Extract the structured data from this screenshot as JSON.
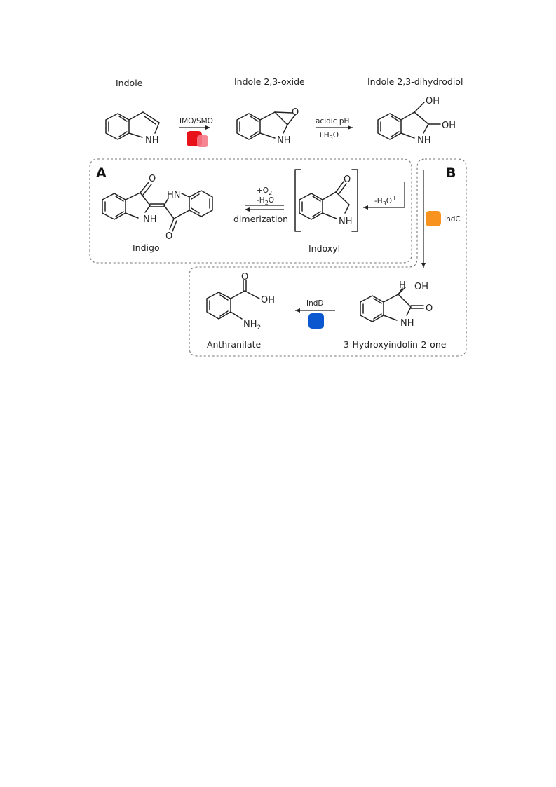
{
  "compounds": {
    "indole": "Indole",
    "indole_oxide": "Indole 2,3-oxide",
    "dihydrodiol": "Indole 2,3-dihydrodiol",
    "indigo": "Indigo",
    "indoxyl": "Indoxyl",
    "hydroxyindolinone": "3-Hydroxyindolin-2-one",
    "anthranilate": "Anthranilate"
  },
  "atoms": {
    "nh": "NH",
    "hn": "HN",
    "o": "O",
    "oh": "OH",
    "h": "H",
    "nh2_base": "NH",
    "nh2_sub": "2"
  },
  "steps": {
    "imo_smo": "IMO/SMO",
    "acidic_ph": "acidic pH",
    "h3o_plus_1": "+H",
    "h3o_plus_2": "O",
    "h3o_minus_1": "-H",
    "h3o_minus_2": "O",
    "o2_1": "+O",
    "h2o_1": "-H",
    "h2o_2": "O",
    "sub3": "3",
    "sub2": "2",
    "sup_plus": "+",
    "dimerization": "dimerization",
    "indc": "IndC",
    "indd": "IndD"
  },
  "panels": {
    "a": "A",
    "b": "B"
  },
  "colors": {
    "imo_smo_enzyme": "#e8121b",
    "imo_smo_enzyme_light": "#f47a86",
    "indc_enzyme": "#f7931e",
    "indd_enzyme": "#0b57d0"
  }
}
